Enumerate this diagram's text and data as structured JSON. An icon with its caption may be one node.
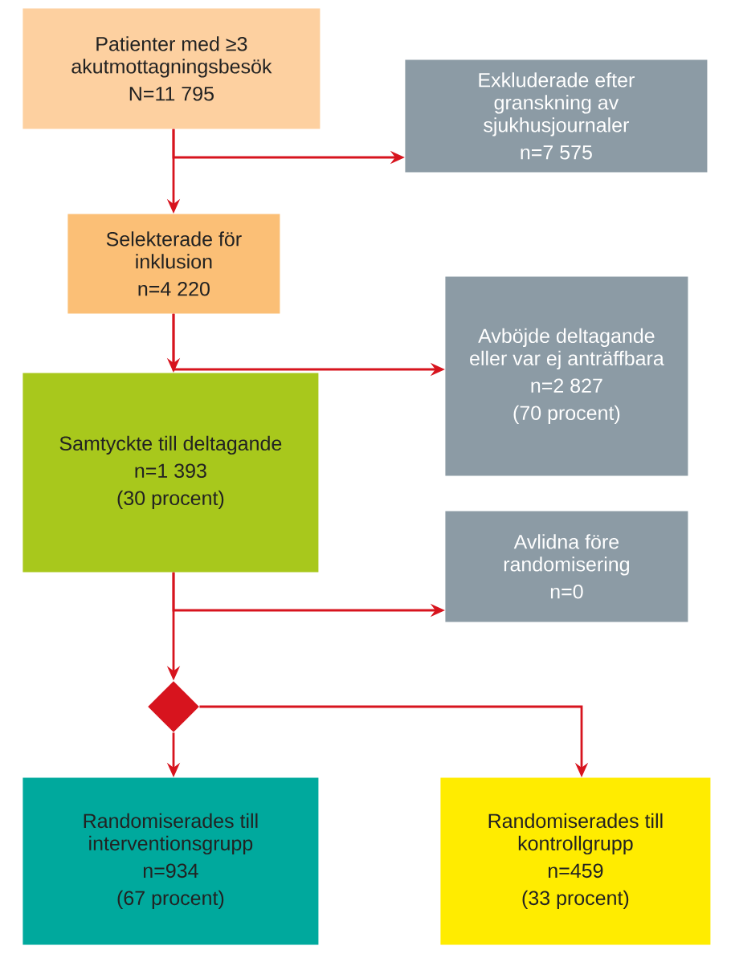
{
  "diagram": {
    "nodes": [
      {
        "text": [
          "Patienter med ≥3 akutmottagningsbesök",
          "N=11 795"
        ]
      },
      {
        "text": [
          "Exkluderade efter granskning av sjukhusjournaler",
          "n=7 575"
        ]
      },
      {
        "text": [
          "Selekterade för inklusion",
          "n=4 220"
        ]
      },
      {
        "text": [
          "Avböjde deltagande eller var ej anträffbara",
          "n=2 827",
          "(70 procent)"
        ]
      },
      {
        "text": [
          "Samtyckte till deltagande",
          "n=1 393",
          "(30 procent)"
        ]
      },
      {
        "text": [
          "Avlidna före randomisering",
          "n=0"
        ]
      },
      {
        "text": [],
        "shape": "diamond"
      },
      {
        "text": [
          "Randomiserades till interventionsgrupp",
          "n=934",
          "(67 procent)"
        ]
      },
      {
        "text": [
          "Randomiserades till kontrollgrupp",
          "n=459",
          "(33 procent)"
        ]
      }
    ],
    "edges": [
      {
        "from": 0,
        "to": 2,
        "arrow": "to"
      },
      {
        "from": 0,
        "to": 1,
        "arrow": "to"
      },
      {
        "from": 2,
        "to": 4,
        "arrow": "to"
      },
      {
        "from": 2,
        "to": 3,
        "arrow": "to"
      },
      {
        "from": 4,
        "to": 6,
        "arrow": "to"
      },
      {
        "from": 4,
        "to": 5,
        "arrow": "to"
      },
      {
        "from": 6,
        "to": 7,
        "arrow": "to"
      },
      {
        "from": 6,
        "to": 8,
        "arrow": "to"
      }
    ]
  }
}
